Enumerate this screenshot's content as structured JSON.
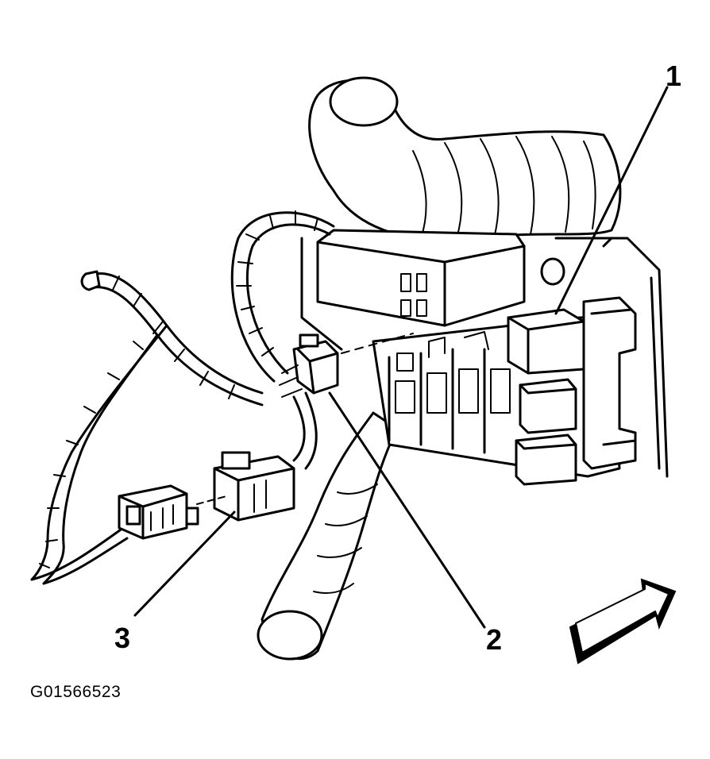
{
  "figure": {
    "id_code": "G01566523",
    "callouts": {
      "relay": "1",
      "connector_main": "2",
      "connector_inline": "3"
    },
    "icons": {
      "direction_arrow": "forward-arrow-icon"
    }
  }
}
